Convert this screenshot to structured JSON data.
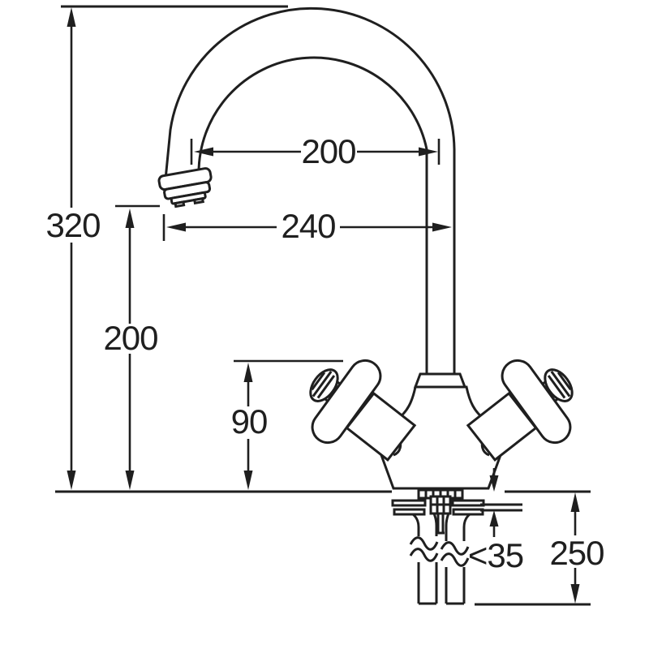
{
  "figure": {
    "background": "#ffffff",
    "line_color": "#1f1f1f",
    "labels": {
      "overall_height": "320",
      "spout_reach_to_centre": "200",
      "spout_reach_overall": "240",
      "spout_outlet_height": "200",
      "body_height": "90",
      "max_worktop_thickness": "<35",
      "tails_length_below_worktop": "250"
    }
  }
}
